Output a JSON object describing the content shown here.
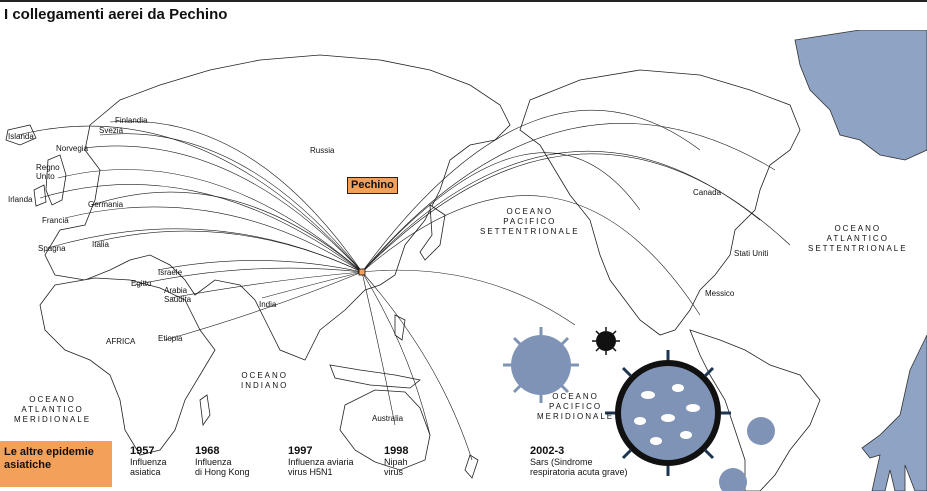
{
  "title": "I collegamenti aerei da Pechino",
  "hub": "Pechino",
  "countries": [
    {
      "key": "islanda",
      "label": "Islanda"
    },
    {
      "key": "finlandia",
      "label": "Finlandia"
    },
    {
      "key": "svezia",
      "label": "Svezia"
    },
    {
      "key": "norvegia",
      "label": "Norvegia"
    },
    {
      "key": "regno_unito",
      "label": "Regno\nUnito"
    },
    {
      "key": "irlanda",
      "label": "Irlanda"
    },
    {
      "key": "germania",
      "label": "Germania"
    },
    {
      "key": "francia",
      "label": "Francia"
    },
    {
      "key": "spagna",
      "label": "Spagna"
    },
    {
      "key": "italia",
      "label": "Italia"
    },
    {
      "key": "israele",
      "label": "Israele"
    },
    {
      "key": "egitto",
      "label": "Egitto"
    },
    {
      "key": "arabia",
      "label": "Arabia\nSaudita"
    },
    {
      "key": "africa",
      "label": "AFRICA"
    },
    {
      "key": "etiopia",
      "label": "Etiopia"
    },
    {
      "key": "india",
      "label": "India"
    },
    {
      "key": "russia",
      "label": "Russia"
    },
    {
      "key": "australia",
      "label": "Australia"
    },
    {
      "key": "canada",
      "label": "Canada"
    },
    {
      "key": "stati_uniti",
      "label": "Stati Uniti"
    },
    {
      "key": "messico",
      "label": "Messico"
    }
  ],
  "oceans": {
    "pacifico_nord": "OCEANO\nPACIFICO\nSETTENTRIONALE",
    "atlantico_nord": "OCEANO\nATLANTICO\nSETTENTRIONALE",
    "indiano": "OCEANO\nINDIANO",
    "atlantico_sud": "OCEANO\nATLANTICO\nMERIDIONALE",
    "pacifico_sud": "OCEANO\nPACIFICO\nMERIDIONALE"
  },
  "epidemics_title": "Le altre epidemie asiatiche",
  "epidemics": [
    {
      "year": "1957",
      "name": "Influenza\nasiatica"
    },
    {
      "year": "1968",
      "name": "Influenza\ndi Hong Kong"
    },
    {
      "year": "1997",
      "name": "Influenza aviaria\nvirus H5N1"
    },
    {
      "year": "1998",
      "name": "Nipah\nvirus"
    },
    {
      "year": "2002-3",
      "name": "Sars (Sindrome\nrespiratoria acuta grave)"
    }
  ],
  "colors": {
    "land": "#ffffff",
    "route": "#1a1a1a",
    "virus": "#7f93b6",
    "virus_dark": "#1d3550",
    "highlight": "#f3a05a",
    "greenland": "#8fa3c4"
  }
}
